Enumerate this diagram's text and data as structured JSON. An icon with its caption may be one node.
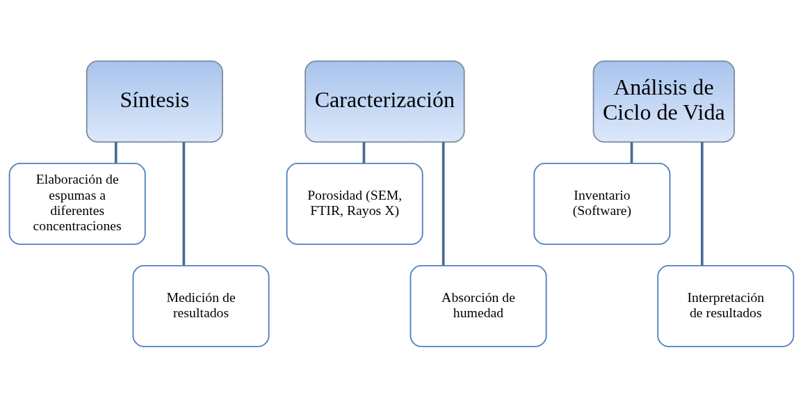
{
  "diagram": {
    "nodes": [
      {
        "text": [
          "Síntesis"
        ]
      },
      {
        "text": [
          "Elaboración de espumas a diferentes concentraciones"
        ]
      },
      {
        "text": [
          "Medición de resultados"
        ]
      },
      {
        "text": [
          "Caracterización"
        ]
      },
      {
        "text": [
          "Porosidad (SEM, FTIR, Rayos X)"
        ]
      },
      {
        "text": [
          "Absorción de humedad"
        ]
      },
      {
        "text": [
          "Análisis de Ciclo de Vida"
        ]
      },
      {
        "text": [
          "Inventario (Software)"
        ]
      },
      {
        "text": [
          "Interpretación de resultados"
        ]
      }
    ],
    "edges": [
      {
        "from": 0,
        "to": 1,
        "arrow": "none"
      },
      {
        "from": 0,
        "to": 2,
        "arrow": "none"
      },
      {
        "from": 3,
        "to": 4,
        "arrow": "none"
      },
      {
        "from": 3,
        "to": 5,
        "arrow": "none"
      },
      {
        "from": 6,
        "to": 7,
        "arrow": "none"
      },
      {
        "from": 6,
        "to": 8,
        "arrow": "none"
      }
    ]
  }
}
